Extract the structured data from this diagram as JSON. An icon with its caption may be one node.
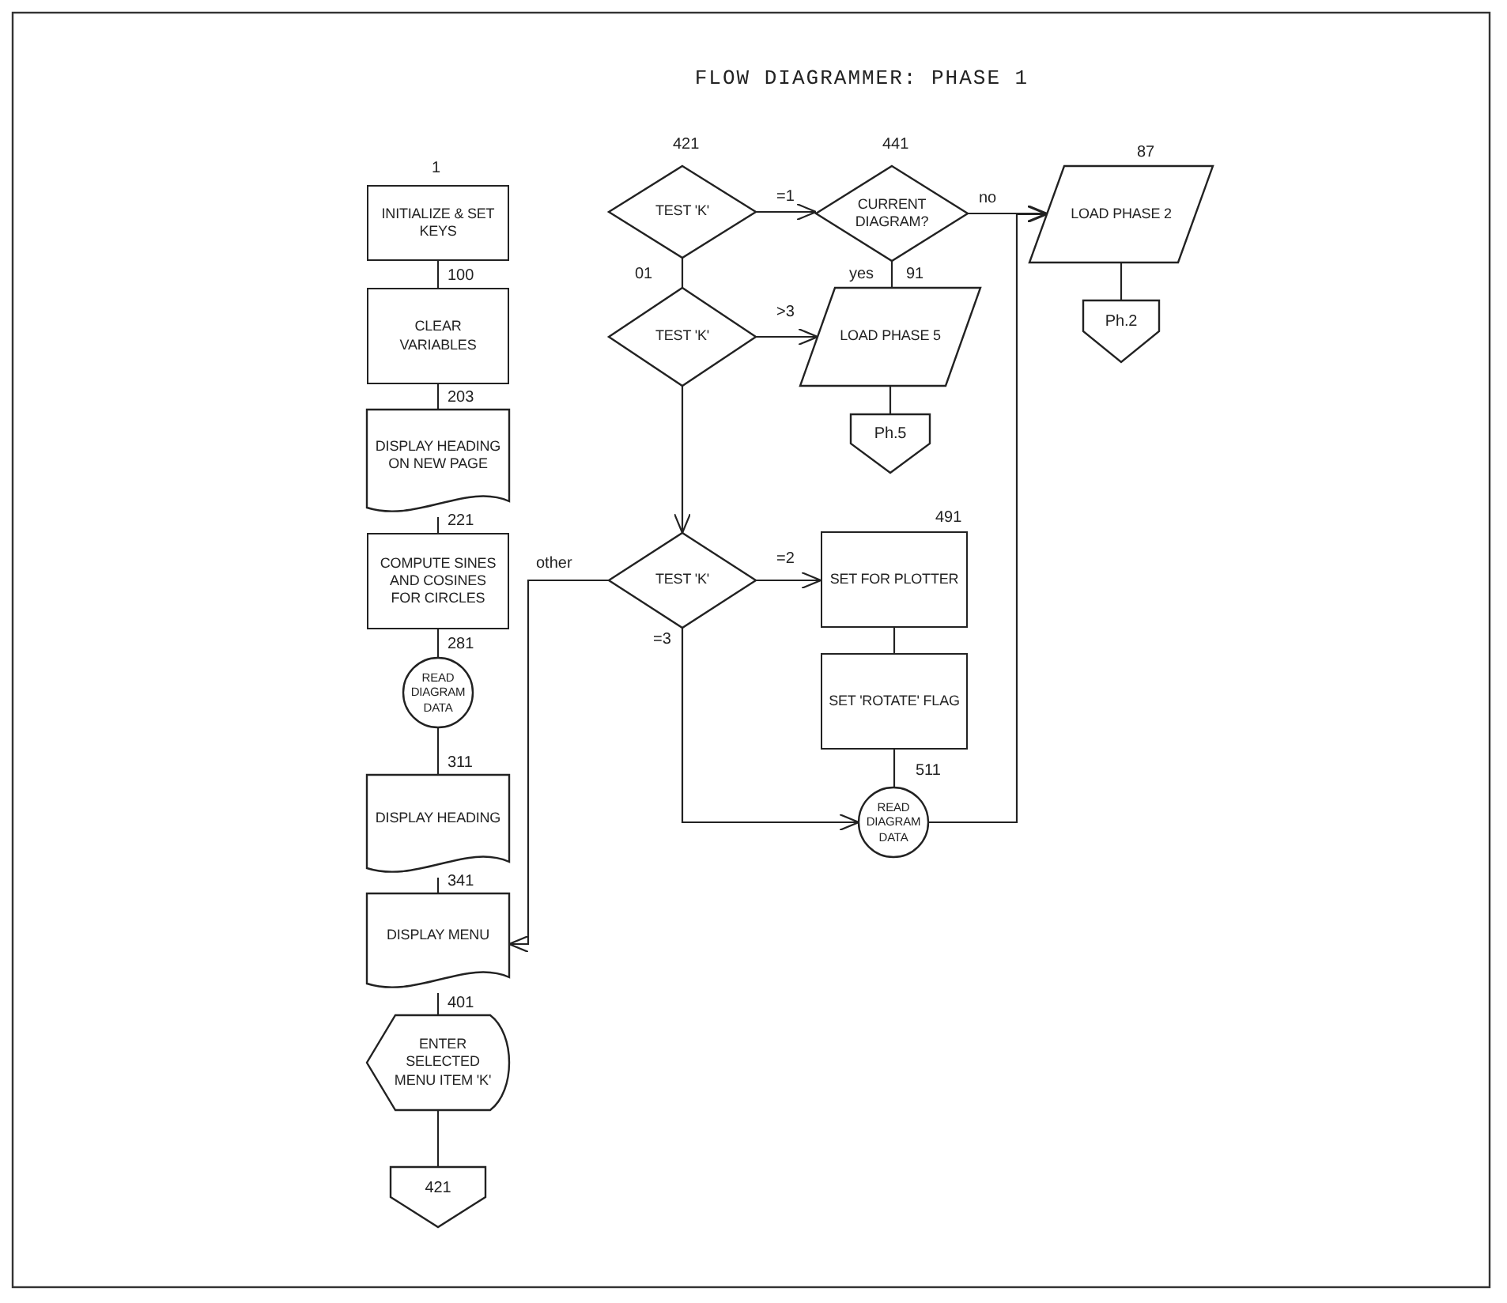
{
  "diagram": {
    "title": "FLOW DIAGRAMMER: PHASE 1",
    "nodes": [
      {
        "text": [
          "INITIALIZE & SET KEYS"
        ],
        "beside": [
          "1"
        ]
      },
      {
        "text": [
          "CLEAR VARIABLES"
        ],
        "beside": [
          "100"
        ]
      },
      {
        "text": [
          "DISPLAY HEADING ON NEW PAGE"
        ],
        "beside": [
          "203"
        ]
      },
      {
        "text": [
          "COMPUTE SINES AND COSINES FOR CIRCLES"
        ],
        "beside": [
          "221"
        ]
      },
      {
        "text": [
          "READ DIAGRAM DATA"
        ],
        "beside": [
          "281"
        ]
      },
      {
        "text": [
          "DISPLAY HEADING"
        ],
        "beside": [
          "311"
        ]
      },
      {
        "text": [
          "DISPLAY MENU"
        ],
        "beside": [
          "341"
        ]
      },
      {
        "text": [
          "ENTER SELECTED MENU ITEM 'K'"
        ],
        "beside": [
          "401"
        ]
      },
      {
        "text": [
          "421"
        ]
      },
      {
        "text": [
          "TEST 'K'"
        ],
        "beside": [
          "421"
        ]
      },
      {
        "text": [
          "CURRENT DIAGRAM?"
        ],
        "beside": [
          "441"
        ]
      },
      {
        "text": [
          "TEST 'K'"
        ],
        "beside": [
          "01"
        ]
      },
      {
        "text": [
          "LOAD PHASE 5"
        ],
        "beside": [
          "91"
        ]
      },
      {
        "text": [
          "Ph.5"
        ]
      },
      {
        "text": [
          "LOAD PHASE 2"
        ],
        "beside": [
          "87"
        ]
      },
      {
        "text": [
          "Ph.2"
        ]
      },
      {
        "text": [
          "TEST 'K'"
        ]
      },
      {
        "text": [
          "SET FOR PLOTTER"
        ],
        "beside": [
          "491"
        ]
      },
      {
        "text": [
          "SET 'ROTATE' FLAG"
        ]
      },
      {
        "text": [
          "READ DIAGRAM DATA"
        ],
        "beside": [
          "511"
        ]
      }
    ],
    "edges": [
      {
        "from": 0,
        "to": 1,
        "arrow": "none"
      },
      {
        "from": 1,
        "to": 2,
        "arrow": "none"
      },
      {
        "from": 2,
        "to": 3,
        "arrow": "none"
      },
      {
        "from": 3,
        "to": 4,
        "arrow": "none"
      },
      {
        "from": 4,
        "to": 5,
        "arrow": "none"
      },
      {
        "from": 5,
        "to": 6,
        "arrow": "none"
      },
      {
        "from": 6,
        "to": 7,
        "arrow": "none"
      },
      {
        "from": 7,
        "to": 8,
        "arrow": "none"
      },
      {
        "from": 9,
        "to": 10,
        "arrow": "to",
        "label": "=1"
      },
      {
        "from": 9,
        "to": 11,
        "arrow": "none"
      },
      {
        "from": 11,
        "to": 12,
        "arrow": "to",
        "label": ">3"
      },
      {
        "from": 10,
        "to": 12,
        "arrow": "none",
        "label": "yes"
      },
      {
        "from": 10,
        "to": 14,
        "arrow": "to",
        "label": "no"
      },
      {
        "from": 12,
        "to": 13,
        "arrow": "none"
      },
      {
        "from": 14,
        "to": 15,
        "arrow": "none"
      },
      {
        "from": 11,
        "to": 16,
        "arrow": "to"
      },
      {
        "from": 16,
        "to": 17,
        "arrow": "to",
        "label": "=2"
      },
      {
        "from": 16,
        "to": 6,
        "arrow": "to",
        "label": "other"
      },
      {
        "from": 16,
        "to": 19,
        "arrow": "to",
        "label": "=3"
      },
      {
        "from": 17,
        "to": 18,
        "arrow": "none"
      },
      {
        "from": 18,
        "to": 19,
        "arrow": "none"
      },
      {
        "from": 19,
        "to": 14,
        "arrow": "to"
      }
    ]
  }
}
